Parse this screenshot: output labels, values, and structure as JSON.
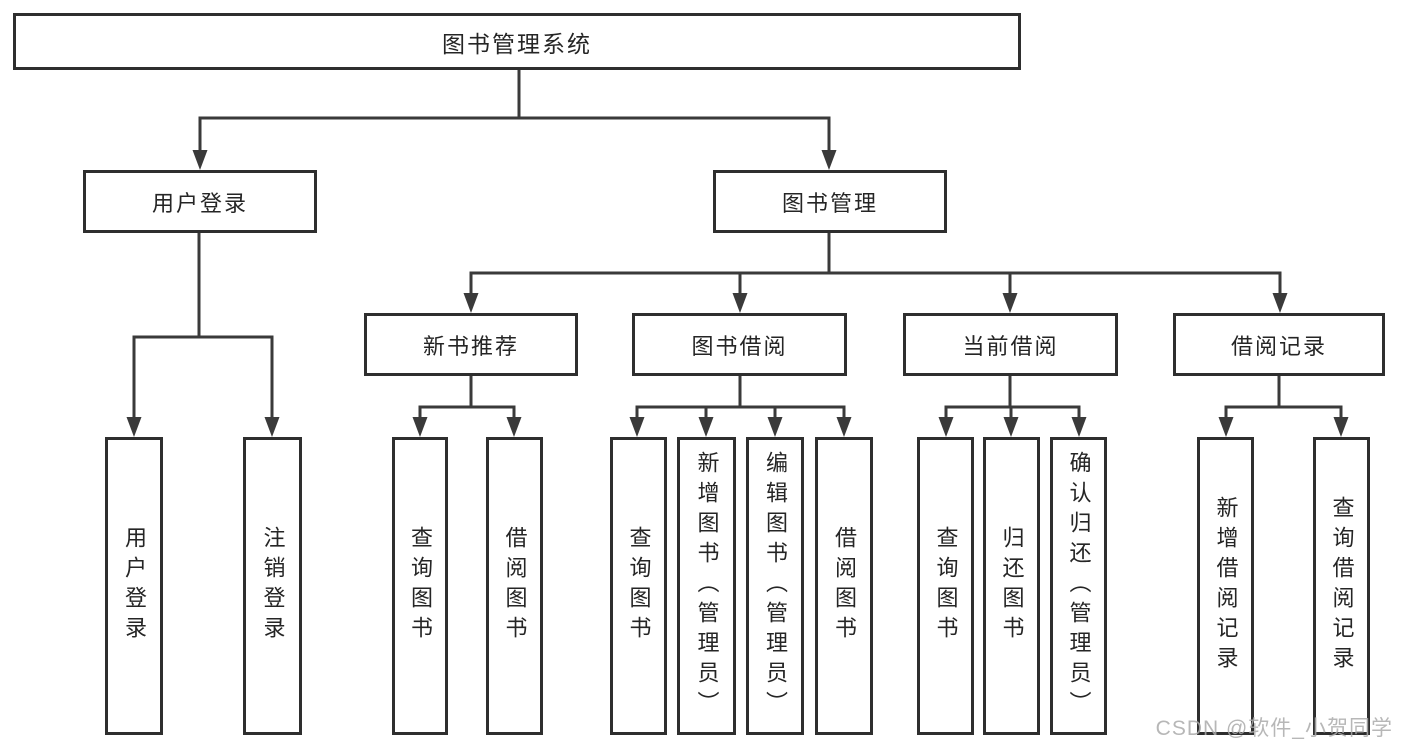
{
  "tree": {
    "label": "图书管理系统",
    "children": [
      {
        "label": "用户登录",
        "children": [
          {
            "label": "用户登录"
          },
          {
            "label": "注销登录"
          }
        ]
      },
      {
        "label": "图书管理",
        "children": [
          {
            "label": "新书推荐",
            "children": [
              {
                "label": "查询图书"
              },
              {
                "label": "借阅图书"
              }
            ]
          },
          {
            "label": "图书借阅",
            "children": [
              {
                "label": "查询图书"
              },
              {
                "label": "新增图书（管理员）"
              },
              {
                "label": "编辑图书（管理员）"
              },
              {
                "label": "借阅图书"
              }
            ]
          },
          {
            "label": "当前借阅",
            "children": [
              {
                "label": "查询图书"
              },
              {
                "label": "归还图书"
              },
              {
                "label": "确认归还（管理员）"
              }
            ]
          },
          {
            "label": "借阅记录",
            "children": [
              {
                "label": "新增借阅记录"
              },
              {
                "label": "查询借阅记录"
              }
            ]
          }
        ]
      }
    ]
  },
  "watermark": "CSDN @软件_小贺同学",
  "colors": {
    "box_border": "#2e2e2e",
    "connector_line": "#3a3a3a",
    "text": "#252525",
    "watermark": "#aaaaaa",
    "background": "#ffffff"
  }
}
